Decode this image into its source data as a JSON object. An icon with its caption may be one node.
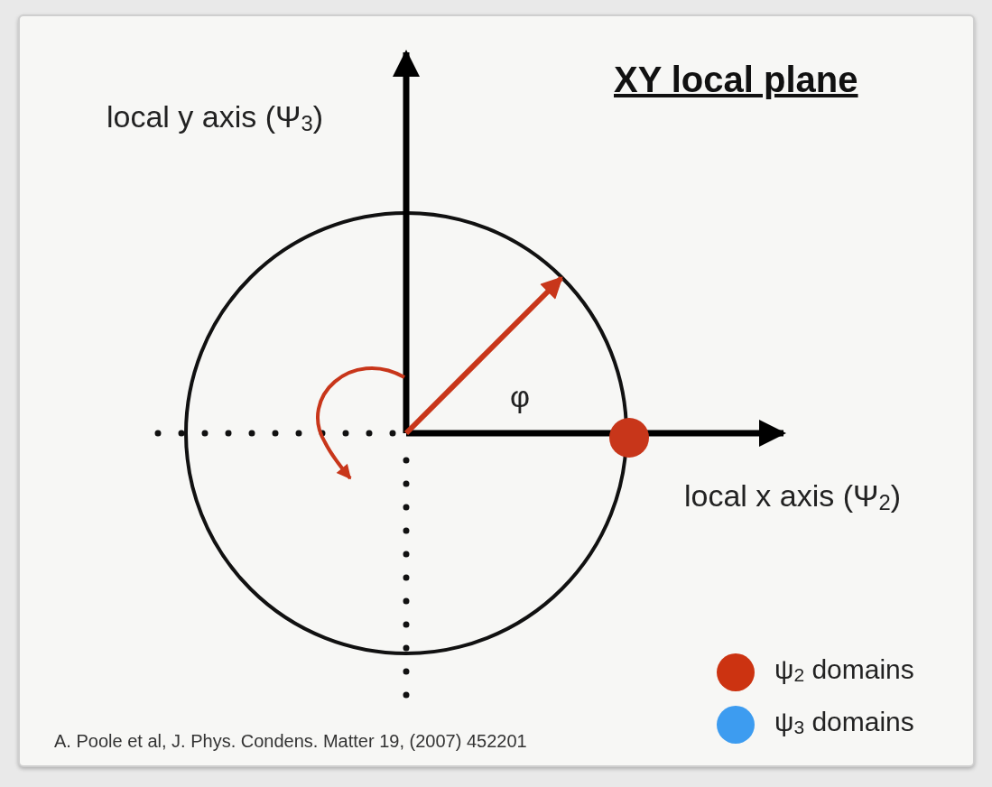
{
  "diagram": {
    "title": "XY local plane",
    "caption": "A. Poole et al, J. Phys. Condens. Matter 19, (2007) 452201",
    "labels": [
      "local y axis (Ψ$_{3}$)",
      "φ",
      "local x axis (Ψ$_{2}$)"
    ],
    "legend": [
      {
        "text": "ψ$_{2}$ domains",
        "color": "#cc3311"
      },
      {
        "text": "ψ$_{3}$ domains",
        "color": "#3d9cf0"
      }
    ]
  }
}
